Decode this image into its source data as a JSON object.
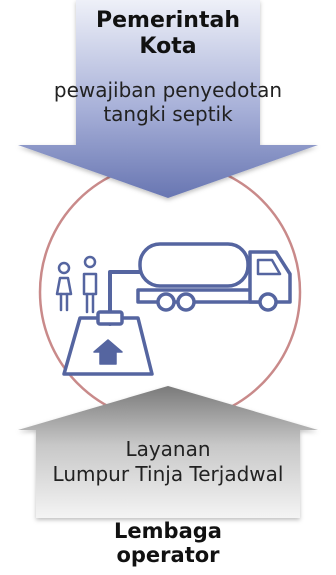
{
  "top": {
    "title_line1": "Pemerintah",
    "title_line2": "Kota",
    "sub_line1": "pewajiban penyedotan",
    "sub_line2": "tangki septik"
  },
  "bottom": {
    "main_line1": "Layanan",
    "main_line2": "Lumpur Tinja Terjadwal",
    "title_line1": "Lembaga",
    "title_line2": "operator"
  },
  "colors": {
    "circle_stroke": "#c98a8a",
    "icon_stroke": "#5565a0",
    "top_arrow_top": "#e8ebf6",
    "top_arrow_bottom": "#6f7cb6",
    "bottom_arrow_top": "#7b7b7b",
    "bottom_arrow_bottom": "#f2f2f2"
  },
  "icons": {
    "tank": "septic-tank-icon",
    "truck": "vacuum-truck-icon",
    "people": "people-icon",
    "house": "house-icon",
    "pipe": "pipe-icon"
  }
}
